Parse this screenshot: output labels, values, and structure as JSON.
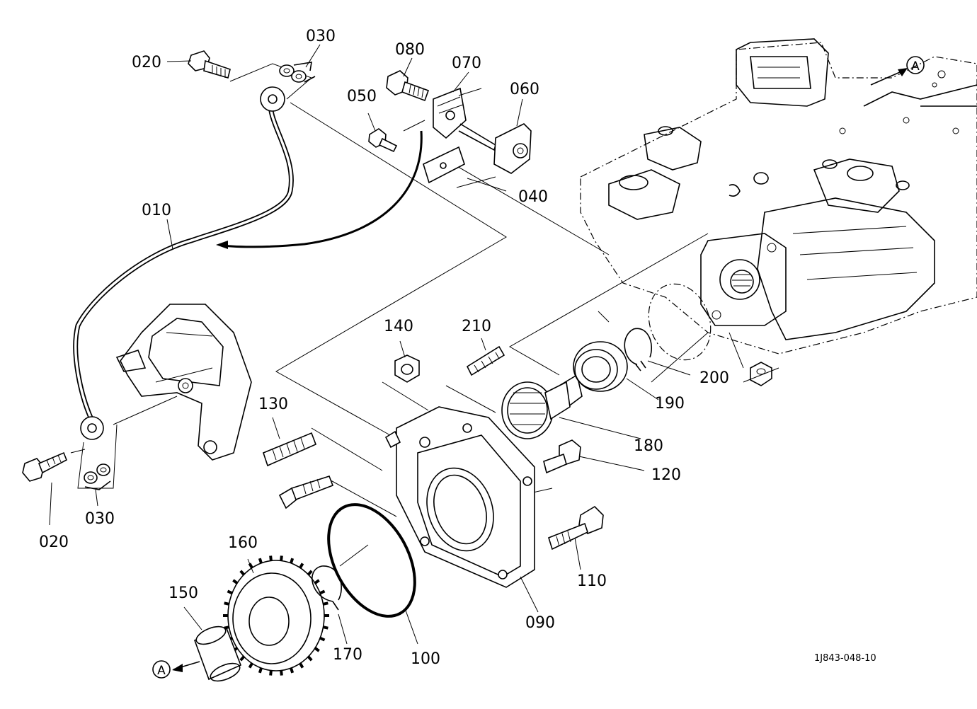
{
  "diagram": {
    "reference_code": "1J843-048-10",
    "view_marker": "A",
    "part_labels": {
      "p010": "010",
      "p020a": "020",
      "p020b": "020",
      "p030a": "030",
      "p030b": "030",
      "p040": "040",
      "p050": "050",
      "p060": "060",
      "p070": "070",
      "p080": "080",
      "p090": "090",
      "p100": "100",
      "p110": "110",
      "p120": "120",
      "p130": "130",
      "p140": "140",
      "p150": "150",
      "p160": "160",
      "p170": "170",
      "p180": "180",
      "p190": "190",
      "p200": "200",
      "p210": "210"
    }
  }
}
